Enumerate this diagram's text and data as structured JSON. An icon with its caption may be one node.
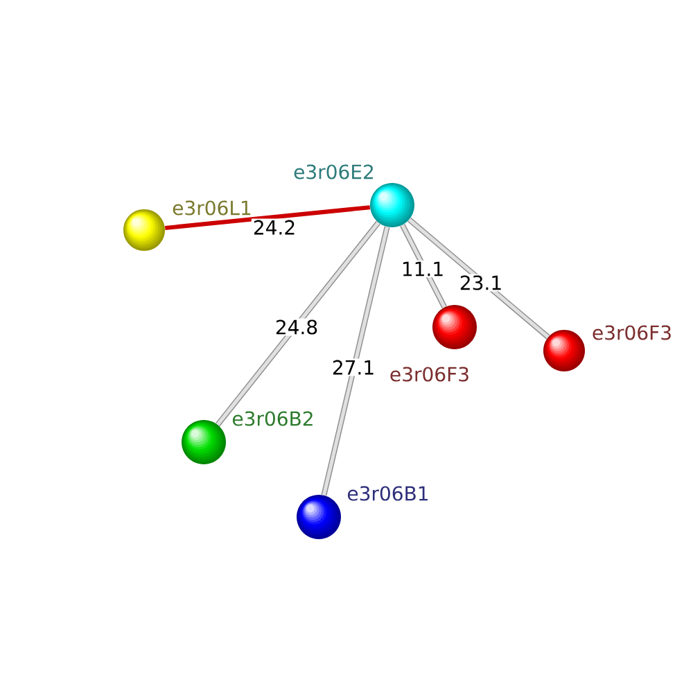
{
  "diagram": {
    "nodes": [
      {
        "text": [],
        "shape": "circle",
        "beside": [
          "e3r06E2"
        ]
      },
      {
        "text": [],
        "shape": "circle",
        "beside": [
          "e3r06L1"
        ]
      },
      {
        "text": [],
        "shape": "circle",
        "beside": [
          "e3r06F3"
        ]
      },
      {
        "text": [],
        "shape": "circle",
        "beside": [
          "e3r06F3"
        ]
      },
      {
        "text": [],
        "shape": "circle",
        "beside": [
          "e3r06B2"
        ]
      },
      {
        "text": [],
        "shape": "circle",
        "beside": [
          "e3r06B1"
        ]
      }
    ],
    "edges": [
      {
        "from": 0,
        "to": 1,
        "arrow": "none",
        "label": "24.2",
        "color": "#cc0000"
      },
      {
        "from": 0,
        "to": 2,
        "arrow": "none",
        "label": "11.1"
      },
      {
        "from": 0,
        "to": 3,
        "arrow": "none",
        "label": "23.1"
      },
      {
        "from": 0,
        "to": 4,
        "arrow": "none",
        "label": "24.8"
      },
      {
        "from": 0,
        "to": 5,
        "arrow": "none",
        "label": "27.1"
      }
    ]
  }
}
